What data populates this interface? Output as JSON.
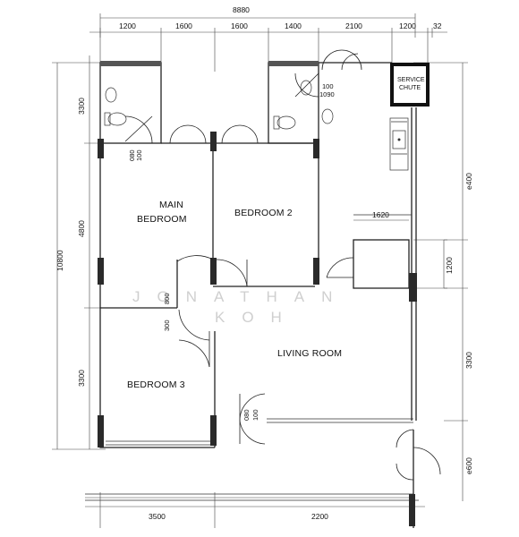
{
  "dimensions": {
    "overall_width": "8880",
    "top_segments": [
      "1200",
      "1600",
      "1600",
      "1400",
      "2100",
      "1200",
      "32"
    ],
    "left_overall": "10800",
    "left_segments": [
      "3300",
      "4800",
      "3300"
    ],
    "right_segments": [
      "e400",
      "1200",
      "3300",
      "e600"
    ],
    "bottom_segments": [
      "3500",
      "2200"
    ],
    "inner_1620": "1620",
    "inner_800": "800",
    "inner_300": "300",
    "door_100_top": "100",
    "door_1090": "1090",
    "door_080": "080",
    "door_100_left": "100",
    "door_080b": "080",
    "door_100_bottom": "100"
  },
  "rooms": {
    "main_bedroom_line1": "MAIN",
    "main_bedroom_line2": "BEDROOM",
    "bedroom_2": "BEDROOM 2",
    "bedroom_3": "BEDROOM 3",
    "living_room": "LIVING ROOM",
    "service_chute_line1": "SERVICE",
    "service_chute_line2": "CHUTE"
  },
  "watermark": {
    "line1": "JONATHAN",
    "line2": "KOH"
  }
}
